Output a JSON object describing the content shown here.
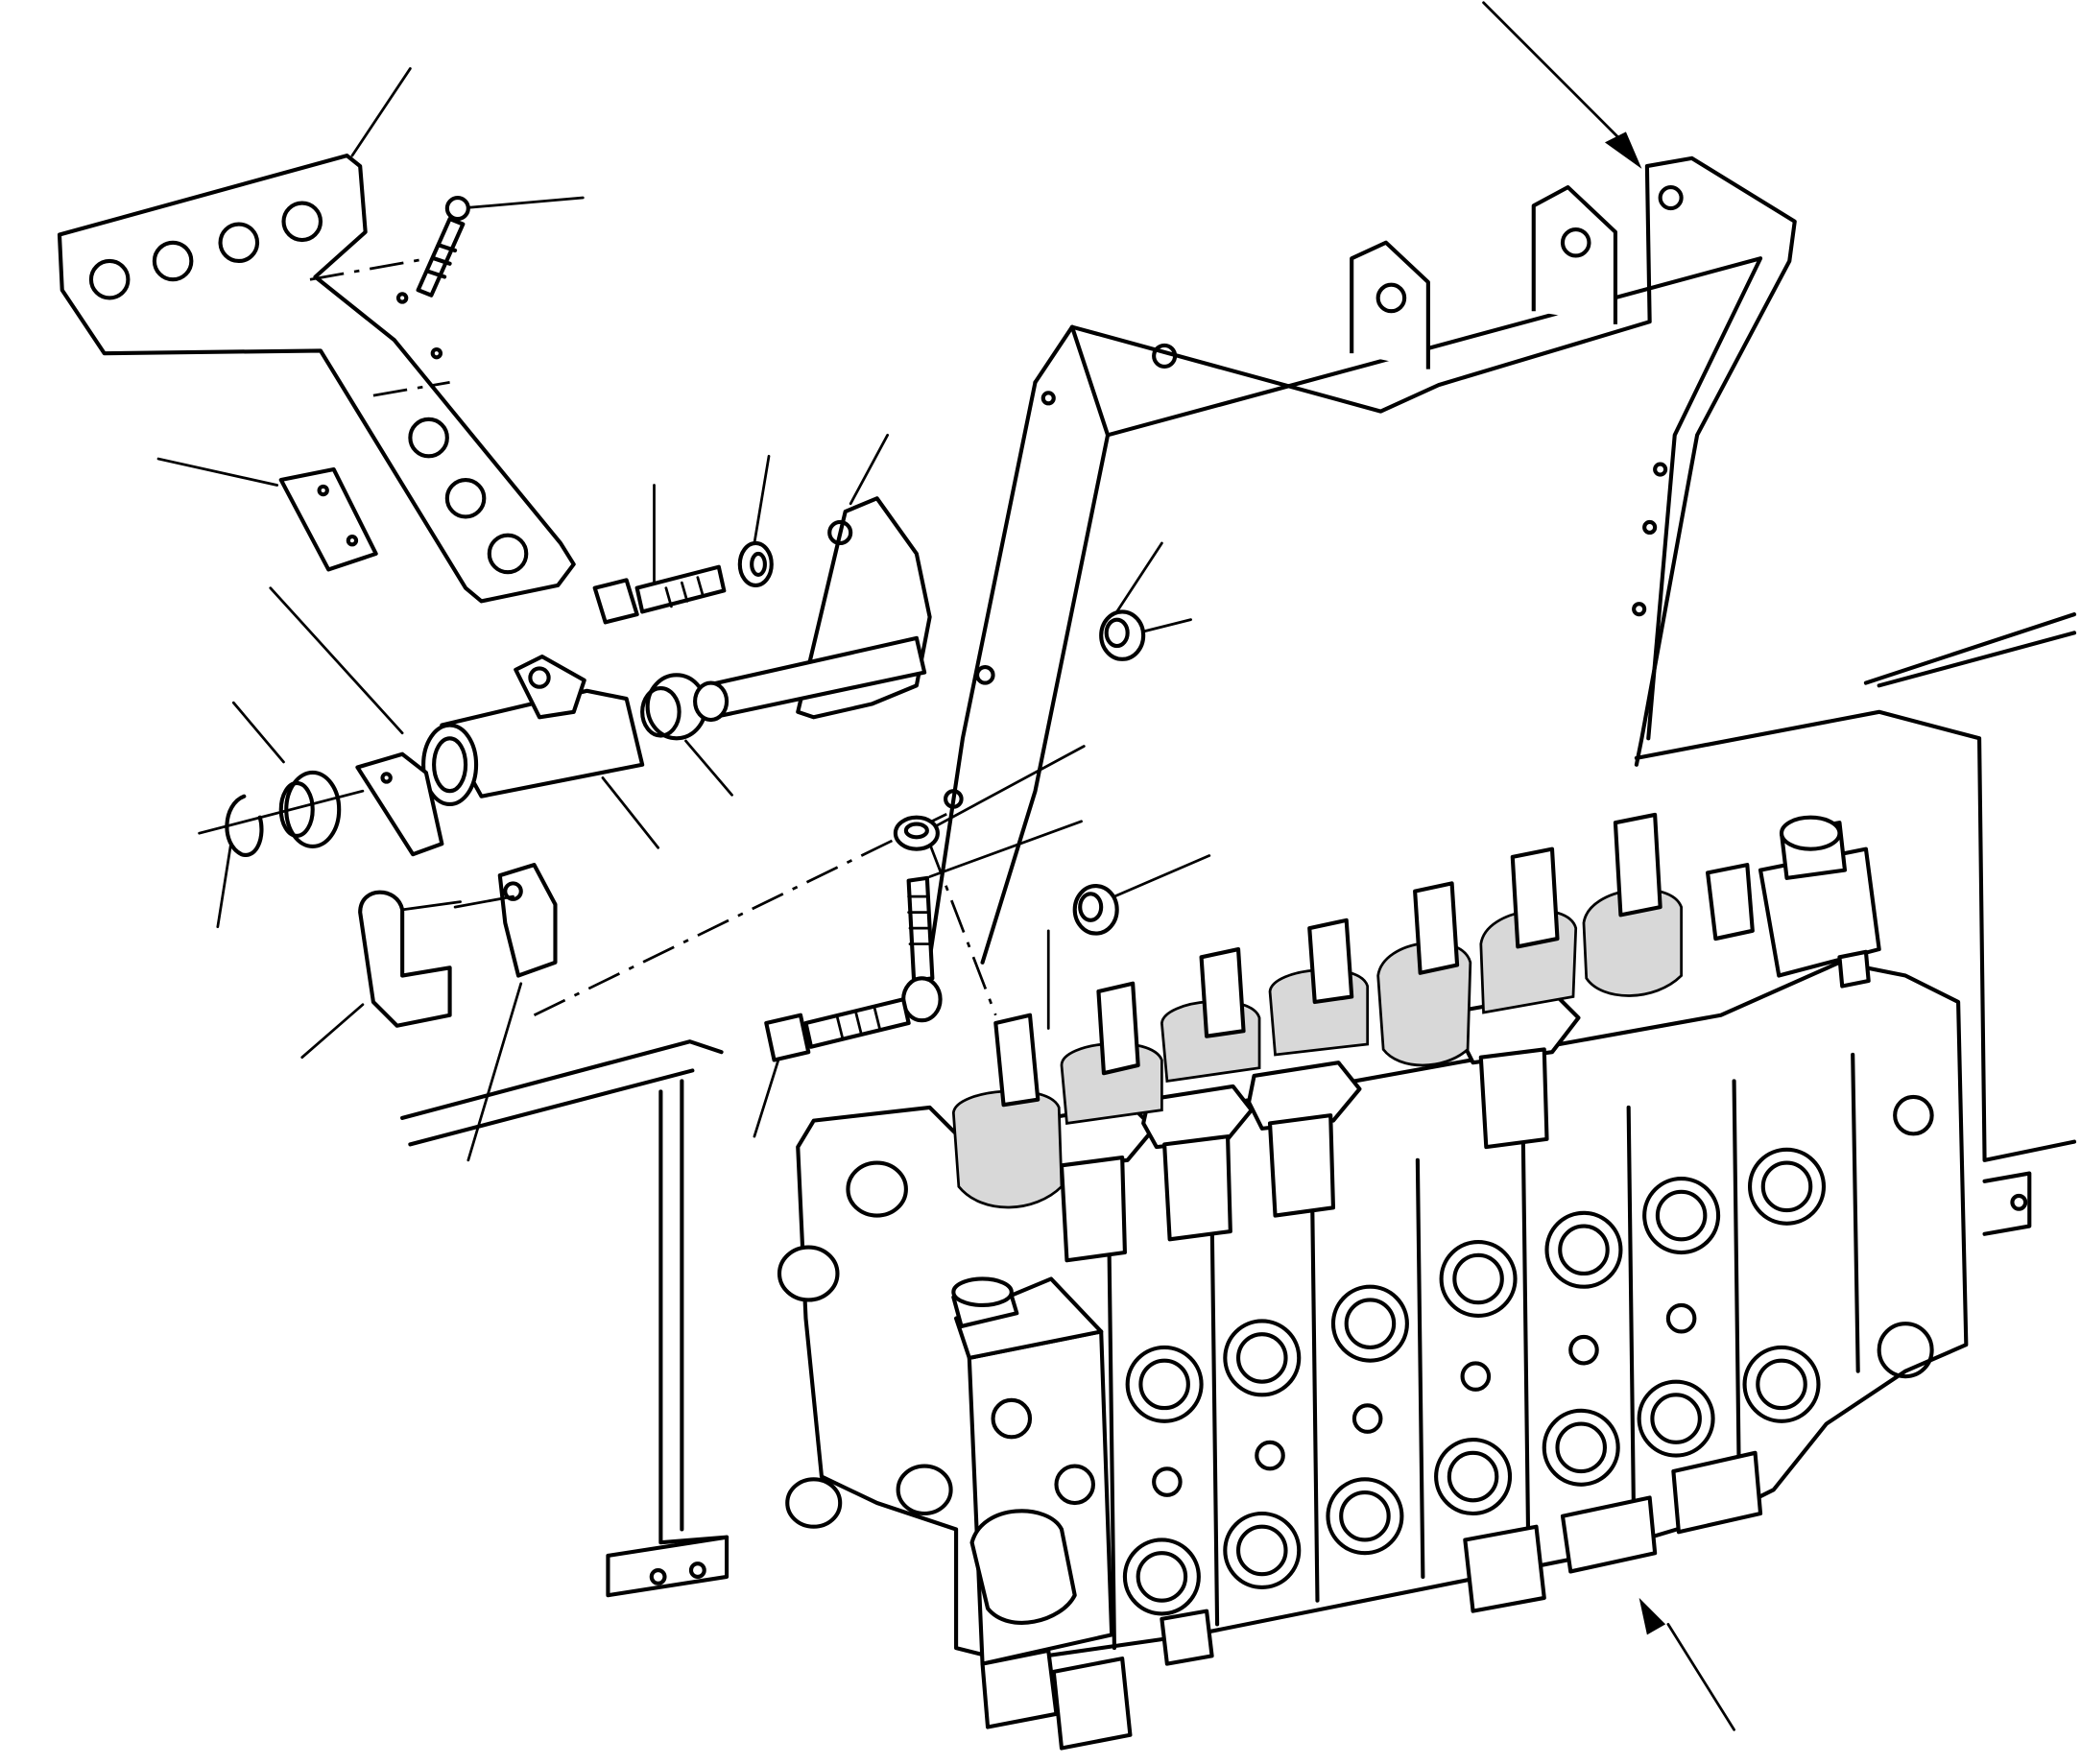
{
  "figure": {
    "kind": "exploded parts diagram",
    "text_labels": []
  },
  "parts": [
    {
      "id": "lever-plate",
      "icon": "l-shaped-plate-icon"
    },
    {
      "id": "small-screw",
      "icon": "screw-icon"
    },
    {
      "id": "square-block",
      "icon": "block-icon"
    },
    {
      "id": "pivot-tube",
      "icon": "tube-icon"
    },
    {
      "id": "hex-bolt-upper",
      "icon": "bolt-icon"
    },
    {
      "id": "flat-washer",
      "icon": "washer-icon"
    },
    {
      "id": "bracket-shaft",
      "icon": "bracket-icon"
    },
    {
      "id": "bushing-right",
      "icon": "bushing-icon"
    },
    {
      "id": "bushing-left",
      "icon": "bushing-icon"
    },
    {
      "id": "circlip",
      "icon": "circlip-icon"
    },
    {
      "id": "clevis",
      "icon": "clevis-icon"
    },
    {
      "id": "spring-clip",
      "icon": "clip-icon"
    },
    {
      "id": "lock-nut",
      "icon": "nut-icon"
    },
    {
      "id": "threaded-rod",
      "icon": "rod-icon"
    },
    {
      "id": "hex-bolt-lower",
      "icon": "bolt-icon"
    },
    {
      "id": "frame-nut",
      "icon": "nut-icon"
    },
    {
      "id": "valve-nut",
      "icon": "nut-icon"
    },
    {
      "id": "loader-frame",
      "icon": "frame-icon"
    },
    {
      "id": "control-valve-bank",
      "icon": "valve-block-icon"
    }
  ]
}
